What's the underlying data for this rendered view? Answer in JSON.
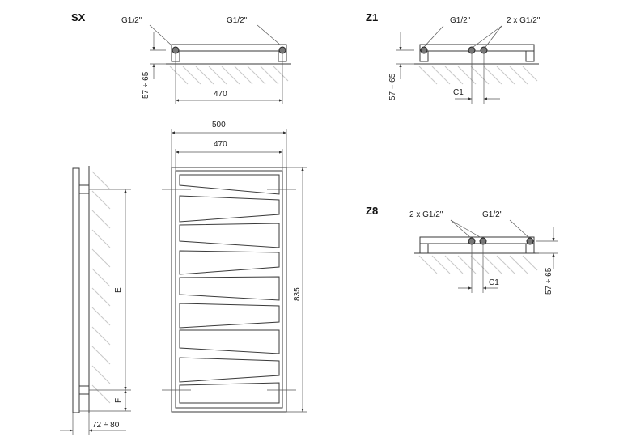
{
  "views": {
    "sx": {
      "title": "SX",
      "conn_left": "G1/2\"",
      "conn_right": "G1/2\"",
      "depth": "57 ÷ 65",
      "width": "470"
    },
    "z1": {
      "title": "Z1",
      "conn_single": "G1/2\"",
      "conn_double": "2 x G1/2\"",
      "depth": "57 ÷ 65",
      "spacing": "C1"
    },
    "z8": {
      "title": "Z8",
      "conn_double": "2 x G1/2\"",
      "conn_single": "G1/2\"",
      "depth": "57 ÷ 65",
      "spacing": "C1"
    }
  },
  "front": {
    "width_outer": "500",
    "width_inner": "470",
    "height": "835"
  },
  "side": {
    "dim_e": "E",
    "dim_f": "F",
    "wall_distance": "72 ÷ 80"
  },
  "colors": {
    "line": "#3a3a3a",
    "hatch": "#c8c8c8",
    "dot": "#777777"
  }
}
